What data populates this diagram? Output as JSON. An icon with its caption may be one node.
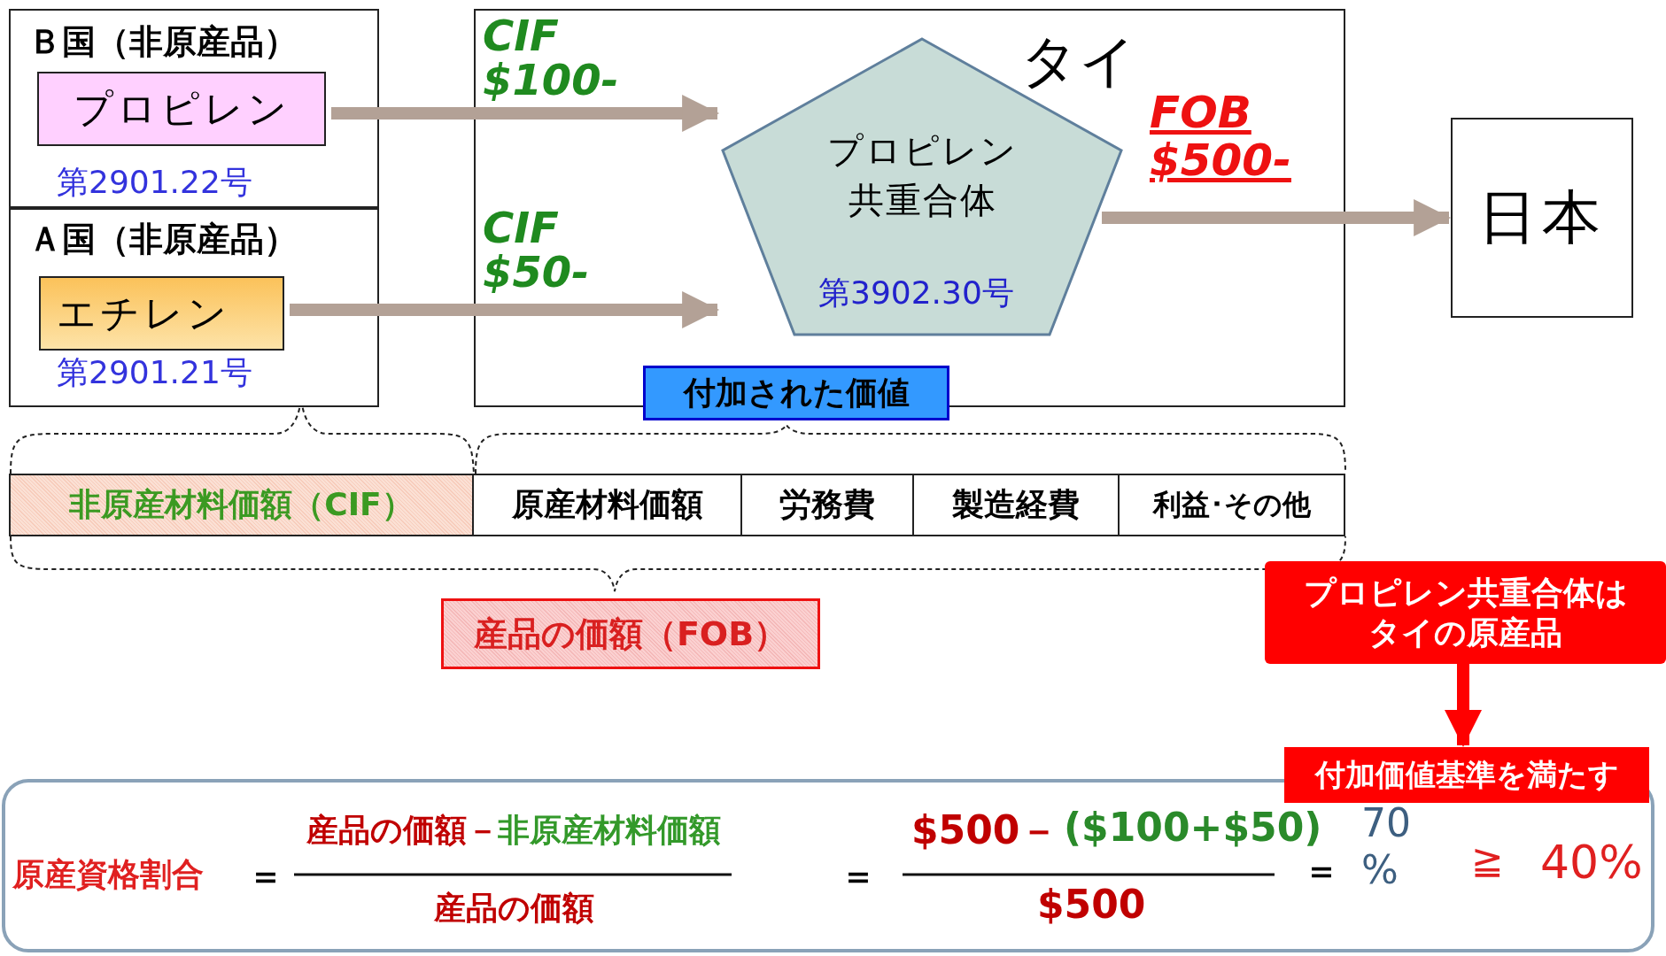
{
  "diagram": {
    "nodes": [
      {
        "text": [
          "Ｂ国（非原産品）",
          "第2901.22号"
        ]
      },
      {
        "text": [
          "プロピレン"
        ],
        "in": 0
      },
      {
        "text": [
          "Ａ国（非原産品）",
          "第2901.21号"
        ]
      },
      {
        "text": [
          "エチレン"
        ],
        "in": 2
      },
      {
        "text": [
          "タイ"
        ]
      },
      {
        "text": [
          "プロピレン共重合体",
          "第3902.30号"
        ],
        "in": 4
      },
      {
        "text": [
          "日本"
        ]
      },
      {
        "text": [
          "付加された価値"
        ]
      },
      {
        "text": [
          "非原産材料価額（CIF）"
        ]
      },
      {
        "text": [
          "原産材料価額"
        ]
      },
      {
        "text": [
          "労務費"
        ]
      },
      {
        "text": [
          "製造経費"
        ]
      },
      {
        "text": [
          "利益･その他"
        ]
      },
      {
        "text": [
          "産品の価額（FOB）"
        ]
      },
      {
        "text": [
          "プロピレン共重合体はタイの原産品"
        ]
      },
      {
        "text": [
          "付加価値基準を満たす"
        ]
      },
      {
        "text": [
          "原産資格割合",
          "＝",
          "産品の価額－",
          "非原産材料価額",
          "産品の価額",
          "＝",
          "$500－",
          "($100+$50)",
          "$500",
          "＝",
          "70 %",
          "≧",
          "40%"
        ]
      }
    ],
    "edges": [
      {
        "from": 1,
        "to": 5,
        "arrow": "to",
        "label": "CIF $100-"
      },
      {
        "from": 3,
        "to": 5,
        "arrow": "to",
        "label": "CIF $50-"
      },
      {
        "from": 5,
        "to": 6,
        "arrow": "to",
        "label": "FOB $500-"
      },
      {
        "from": 14,
        "to": 15,
        "arrow": "to",
        "color": "#ff0000"
      }
    ]
  }
}
